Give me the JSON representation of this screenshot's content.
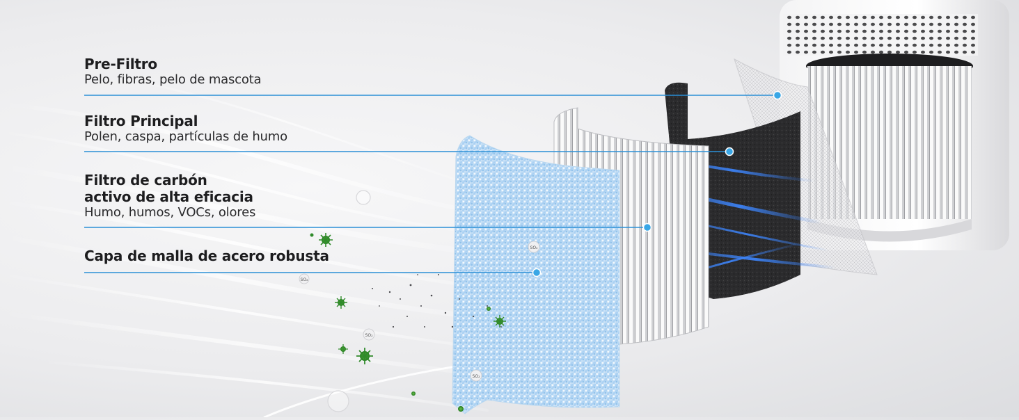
{
  "layers": [
    {
      "title": "Pre-Filtro",
      "subtitle": "Pelo, fibras, pelo de mascota"
    },
    {
      "title": "Filtro Principal",
      "subtitle": "Polen, caspa, partículas de humo"
    },
    {
      "title_line1": "Filtro de carbón",
      "title_line2": "activo de alta eficacia",
      "subtitle": "Humo, humos, VOCs, olores"
    },
    {
      "title": "Capa de malla de acero robusta"
    }
  ],
  "particles": {
    "gas_label": "SO₂"
  },
  "colors": {
    "leader_line": "#2b8fd6",
    "leader_dot": "#39a7e6",
    "mesh_blue": "#8fc6ef",
    "carbon": "#2a2a2c",
    "airflow_blue": "#3d86ff",
    "virus_green": "#2f8a2a"
  }
}
